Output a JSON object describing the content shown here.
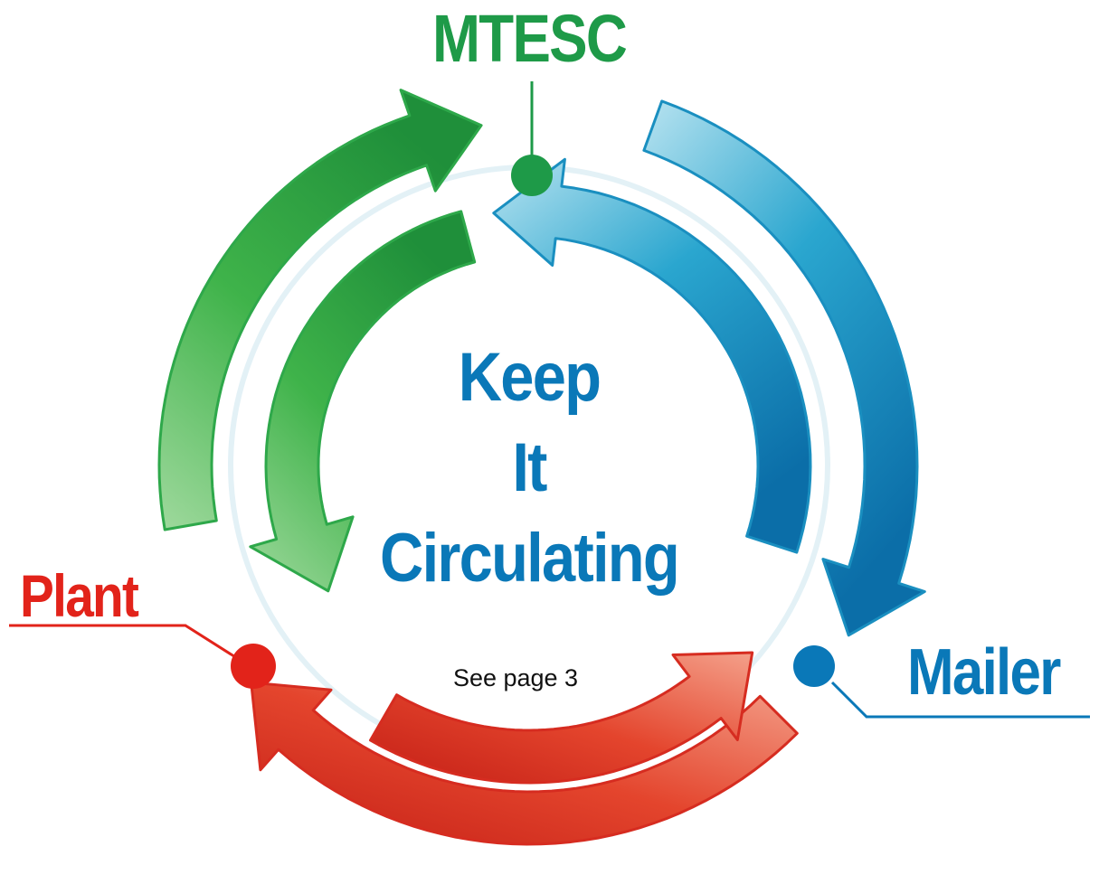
{
  "diagram": {
    "nodes": [
      {
        "id": "mtesc",
        "label": "MTESC",
        "color": "#1e9a48"
      },
      {
        "id": "plant",
        "label": "Plant",
        "color": "#e2231a"
      },
      {
        "id": "mailer",
        "label": "Mailer",
        "color": "#0a78b8"
      }
    ],
    "edges": [
      {
        "from": "plant",
        "to": "mtesc",
        "color": "#2ea84a"
      },
      {
        "from": "mtesc",
        "to": "plant",
        "color": "#2ea84a"
      },
      {
        "from": "mtesc",
        "to": "mailer",
        "color": "#1a8fc0"
      },
      {
        "from": "mailer",
        "to": "mtesc",
        "color": "#1a8fc0"
      },
      {
        "from": "mailer",
        "to": "plant",
        "color": "#d62c20"
      },
      {
        "from": "plant",
        "to": "mailer",
        "color": "#d62c20"
      }
    ],
    "center_title": [
      "Keep",
      "It",
      "Circulating"
    ],
    "center_title_color": "#0a78b8",
    "note": "See page 3"
  }
}
